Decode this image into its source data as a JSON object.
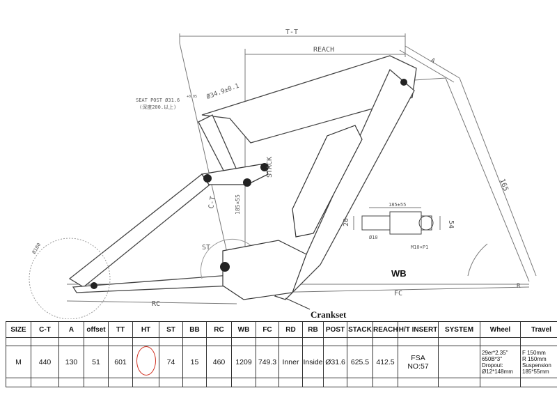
{
  "drawing": {
    "labels": {
      "tt": "T-T",
      "reach": "REACH",
      "seat_post": "SEAT POST Ø31.6",
      "seat_post_tol": "+0.05",
      "seat_post_depth": "(深度200.以上)",
      "seat_post_clamp": "Ø34.9±0.1",
      "stack": "STACK",
      "ct": "C-T",
      "st": "ST",
      "shock_size": "185×55",
      "shock_length": "185±55",
      "shock_stroke": "54",
      "shock_eye": "20",
      "shock_bolt": "Ø10",
      "shock_thread": "M10×P1",
      "a": "A",
      "ht_len": "165",
      "r": "R",
      "wb": "WB",
      "fc": "FC",
      "rc": "RC",
      "crankset": "Crankset",
      "rotor": "Ø180"
    }
  },
  "table": {
    "headers": [
      "SIZE",
      "C-T",
      "A",
      "offset",
      "TT",
      "HT",
      "ST",
      "BB",
      "RC",
      "WB",
      "FC",
      "RD",
      "RB",
      "POST",
      "STACK",
      "REACH",
      "H/T INSERT",
      "SYSTEM",
      "Wheel",
      "Travel"
    ],
    "row": {
      "size": "M",
      "ct": "440",
      "a": "130",
      "offset": "51",
      "tt": "601",
      "ht": "",
      "st": "74",
      "bb": "15",
      "rc": "460",
      "wb": "1209",
      "fc": "749.3",
      "rd": "Inner",
      "rb": "Inside",
      "post": "Ø31.6",
      "stack": "625.5",
      "reach": "412.5",
      "ht_insert_1": "FSA",
      "ht_insert_2": "NO:57",
      "system": "",
      "wheel_1": "29er*2.35\"",
      "wheel_2": "650B*3\"",
      "wheel_3": "Dropout:",
      "wheel_4": "Ø12*148mm",
      "travel_1": "F 150mm",
      "travel_2": "R 150mm",
      "travel_3": "Suspension",
      "travel_4": "185*55mm"
    },
    "highlight_color": "#d03020"
  }
}
